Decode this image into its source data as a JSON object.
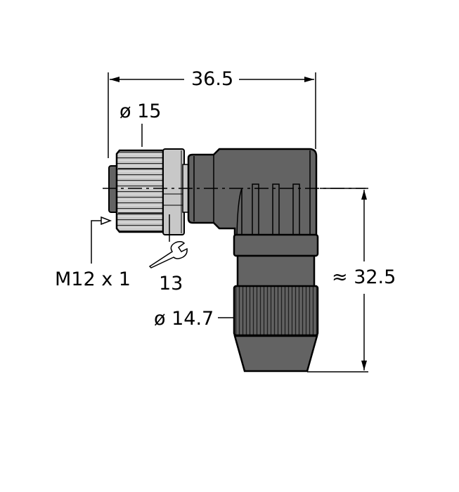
{
  "diagram": {
    "subject": "angled female connector M12",
    "colors": {
      "body_dark": "#636363",
      "coupling_light": "#c8c8c8",
      "outline": "#000000",
      "background": "#ffffff"
    },
    "dimensions": {
      "overall_length": "36.5",
      "coupling_nut_diameter": "ø 15",
      "thread": "M12 x 1",
      "wrench_size": "13",
      "grip_diameter": "ø 14.7",
      "overall_height": "≈ 32.5"
    },
    "icons": {
      "wrench": "wrench-icon",
      "thread_arrow": "arrow-right-outline-icon"
    }
  }
}
